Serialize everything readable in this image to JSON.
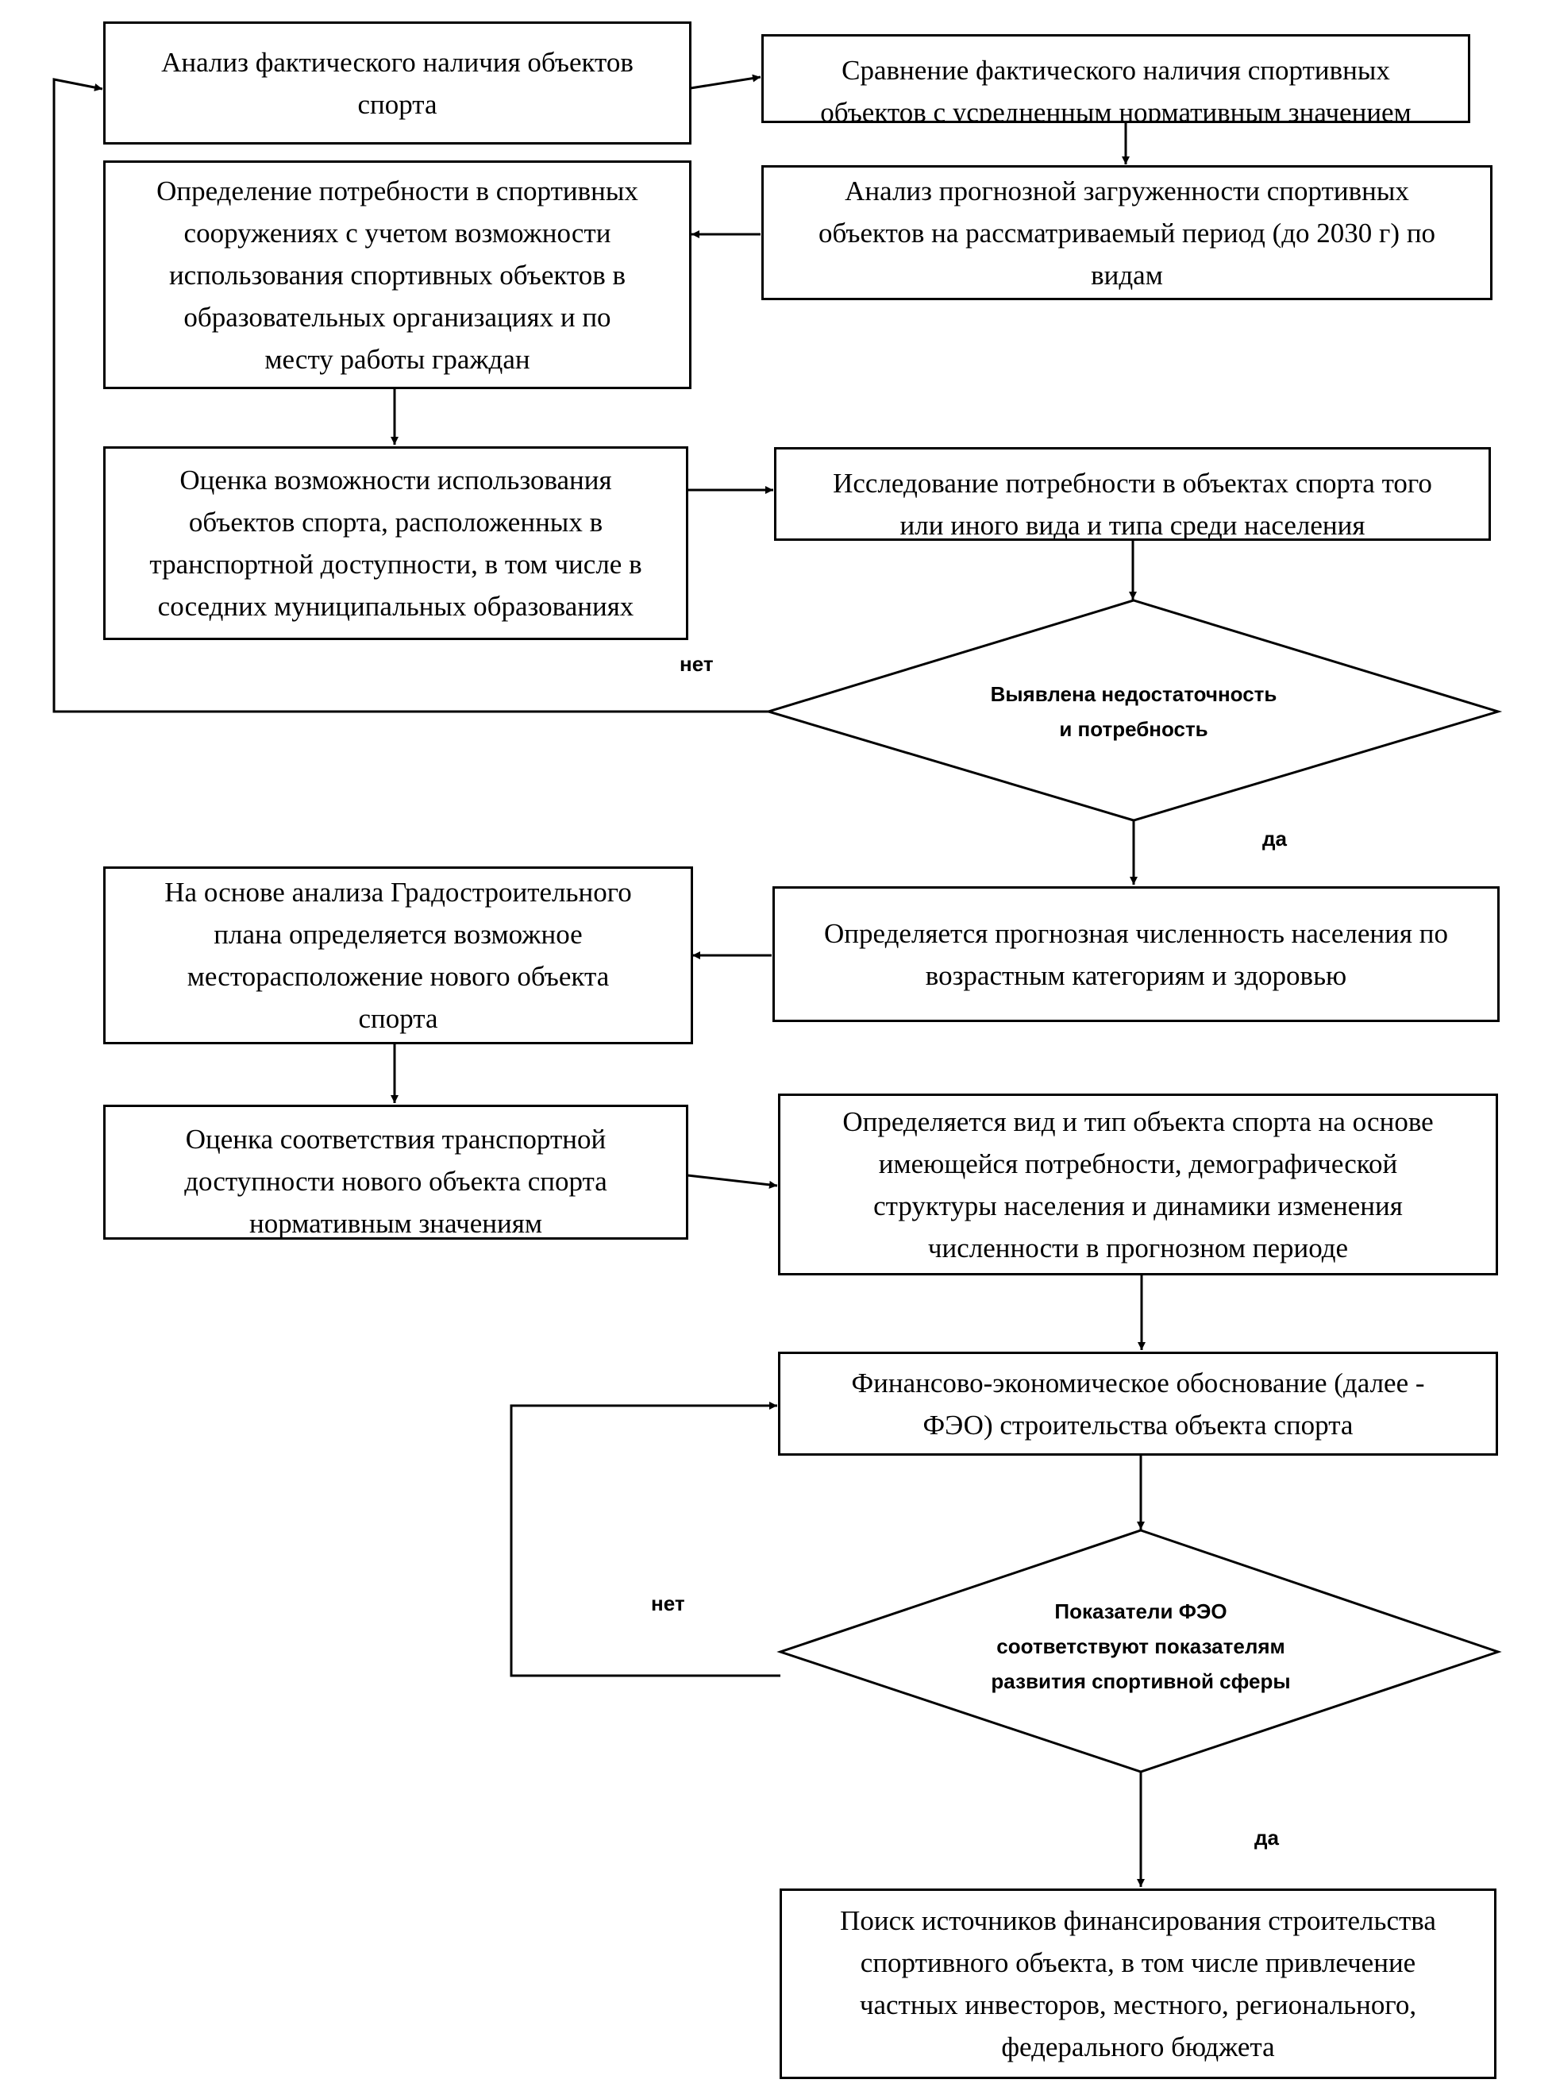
{
  "boxes": {
    "b1": "Анализ фактического наличия  объектов\nспорта",
    "b2": "Сравнение фактического наличия спортивных\nобъектов с усредненным нормативным значением",
    "b3": "Анализ прогнозной загруженности спортивных\nобъектов на рассматриваемый период (до 2030 г) по\nвидам",
    "b4": "Определение потребности в спортивных\nсооружениях с учетом возможности\nиспользования спортивных объектов в\nобразовательных организациях и по\nместу работы граждан",
    "b5": "Оценка возможности использования\nобъектов спорта, расположенных в\nтранспортной доступности, в том числе в\nсоседних муниципальных образованиях",
    "b6": "Исследование потребности в объектах спорта того\nили иного вида и типа среди населения",
    "b7": "Определяется прогнозная численность населения по\nвозрастным категориям и здоровью",
    "b8": "На основе анализа Градостроительного\nплана определяется возможное\nместорасположение нового объекта\nспорта",
    "b9": "Оценка соответствия транспортной\nдоступности нового объекта спорта\nнормативным значениям",
    "b10": "Определяется вид и тип объекта спорта на основе\nимеющейся потребности, демографической\nструктуры населения и динамики изменения\nчисленности в прогнозном периоде",
    "b11": "Финансово-экономическое обоснование (далее -\nФЭО) строительства объекта спорта",
    "b12": "Поиск источников финансирования строительства\nспортивного объекта, в том числе привлечение\nчастных инвесторов, местного, регионального,\nфедерального бюджета"
  },
  "decisions": {
    "d1": "Выявлена недостаточность\nи потребность",
    "d2": "Показатели ФЭО\nсоответствуют показателям\nразвития спортивной сферы"
  },
  "labels": {
    "no": "нет",
    "yes": "да"
  }
}
